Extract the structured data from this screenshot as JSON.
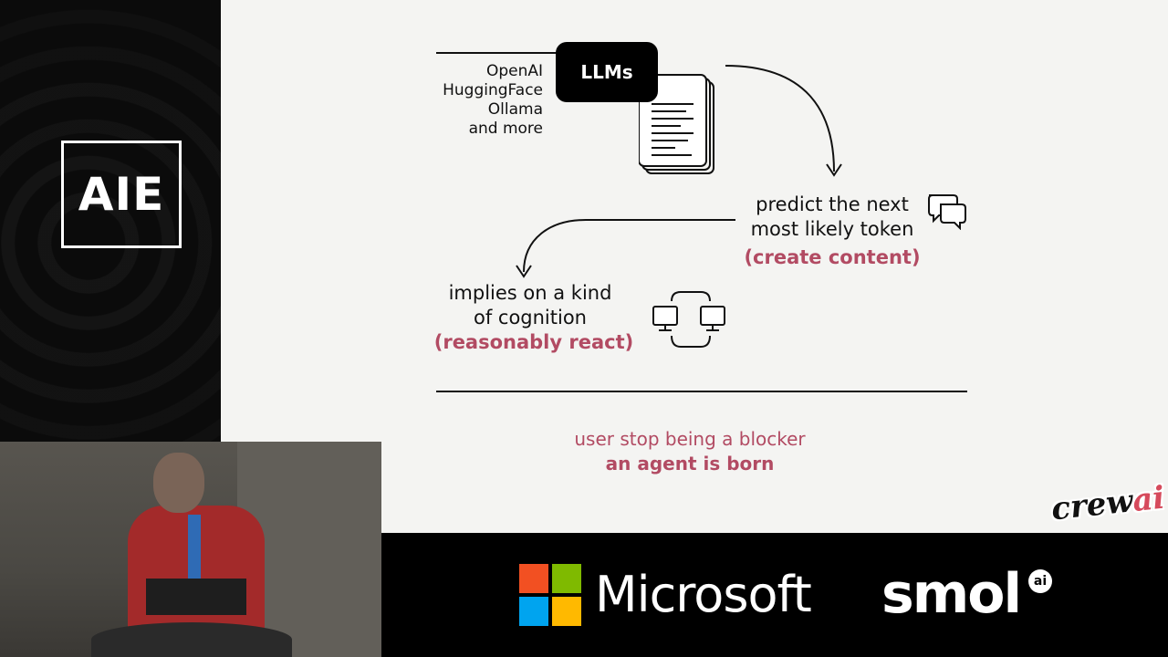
{
  "branding": {
    "event_logo": "AIE"
  },
  "slide": {
    "providers": [
      "OpenAI",
      "HuggingFace",
      "Ollama",
      "and more"
    ],
    "llm_label": "LLMs",
    "predict_line1": "predict the next",
    "predict_line2": "most likely token",
    "create_content": "(create content)",
    "implies_line1": "implies on a kind",
    "implies_line2": "of cognition",
    "reasonably_react": "(reasonably react)",
    "user_stop": "user stop being a blocker",
    "agent_born": "an agent is born",
    "crew_logo_main": "crew",
    "crew_logo_ai": "ai"
  },
  "sponsors": {
    "microsoft": "Microsoft",
    "smol": "smol",
    "smol_badge": "ai"
  },
  "colors": {
    "accent": "#b24b63",
    "slide_bg": "#f4f4f2",
    "ms_red": "#f25022",
    "ms_green": "#7fba00",
    "ms_blue": "#00a4ef",
    "ms_yellow": "#ffb900"
  }
}
